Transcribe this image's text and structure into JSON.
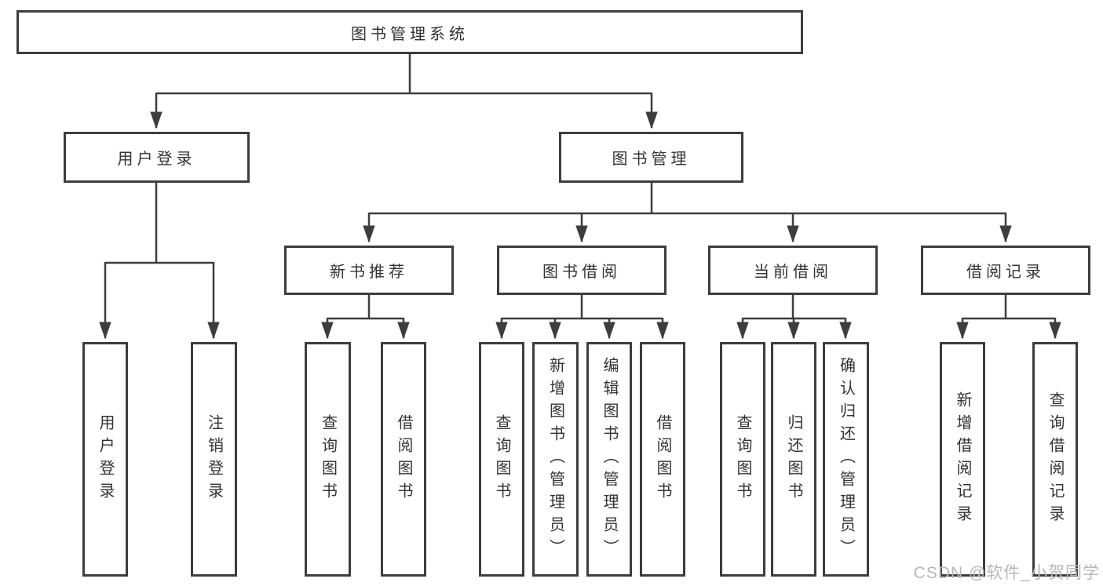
{
  "page": {
    "background": "#ffffff"
  },
  "colors": {
    "line": "#3d3d3d",
    "box_border": "#3d3d3d",
    "label_text": "#333333",
    "watermark_text": "#b7b7b7"
  },
  "watermark": {
    "text": "CSDN @软件_小贺同学"
  },
  "tree": {
    "root": {
      "label": "图书管理系统",
      "children": [
        {
          "label": "用户登录",
          "children": [
            {
              "label": "用户登录"
            },
            {
              "label": "注销登录"
            }
          ]
        },
        {
          "label": "图书管理",
          "children": [
            {
              "label": "新书推荐",
              "children": [
                {
                  "label": "查询图书"
                },
                {
                  "label": "借阅图书"
                }
              ]
            },
            {
              "label": "图书借阅",
              "children": [
                {
                  "label": "查询图书"
                },
                {
                  "label": "新增图书（管理员）"
                },
                {
                  "label": "编辑图书（管理员）"
                },
                {
                  "label": "借阅图书"
                }
              ]
            },
            {
              "label": "当前借阅",
              "children": [
                {
                  "label": "查询图书"
                },
                {
                  "label": "归还图书"
                },
                {
                  "label": "确认归还（管理员）"
                }
              ]
            },
            {
              "label": "借阅记录",
              "children": [
                {
                  "label": "新增借阅记录"
                },
                {
                  "label": "查询借阅记录"
                }
              ]
            }
          ]
        }
      ]
    }
  }
}
